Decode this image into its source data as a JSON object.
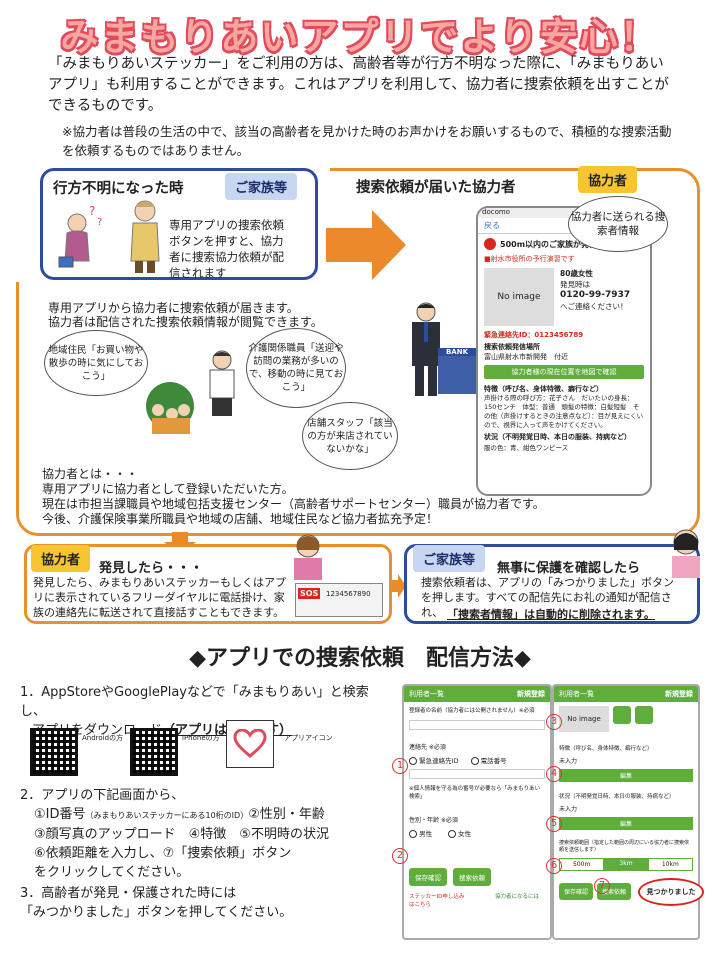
{
  "title": "みまもりあいアプリでより安心！",
  "intro": "「みまもりあいステッカー」をご利用の方は、高齢者等が行方不明なった際に、「みまもりあいアプリ」も利用することができます。これはアプリを利用して、協力者に捜索依頼を出すことができるものです。",
  "note": "※協力者は普段の生活の中で、該当の高齢者を見かけた時のお声かけをお願いするもので、積極的な捜索活動を依頼するものではありません。",
  "family_box": {
    "tag": "ご家族等",
    "heading": "行方不明になった時",
    "text": "専用アプリの捜索依頼ボタンを押すと、協力者に捜索協力依頼が配信されます"
  },
  "helper_box": {
    "tag": "協力者",
    "heading": "捜索依頼が届いた協力者",
    "text1": "専用アプリから協力者に捜索依頼が届きます。",
    "text2": "協力者は配信された捜索依頼情報が閲覧できます。",
    "callout": "協力者に送られる捜索者情報",
    "bubbles": [
      "地域住民「お買い物や散歩の時に気にしておこう」",
      "介護関係職員「送迎や訪問の業務が多いので、移動の時に見ておこう」",
      "店舗スタッフ「該当の方が来店されていないかな」"
    ],
    "bank_label": "BANK",
    "desc_title": "協力者とは・・・",
    "desc1": "専用アプリに協力者として登録いただいた方。",
    "desc2": "現在は市担当課職員や地域包括支援センター（高齢者サポートセンター）職員が協力者です。",
    "desc3": "今後、介護保険事業所職員や地域の店舗、地域住民など協力者拡充予定！"
  },
  "phone1": {
    "status": "docomo",
    "back": "戻る",
    "header_num": "80",
    "alert": "500m以内のご家族が発信されました",
    "place": "■射水市役所の予行演習です",
    "noimage": "No image",
    "age": "80歳女性",
    "contact_label": "発見時は",
    "phone": "0120-99-7937",
    "contact_note": "へご連絡ください！",
    "id_line": "緊急連絡先ID：0123456789",
    "loc_label": "捜索依頼発信場所",
    "loc": "富山県射水市新開発　付近",
    "btn": "協力者様の現在位置を地図で確認",
    "traits_title": "特徴（呼び名、身体特徴、癖行など）",
    "traits": "声掛ける際の呼び方：花子さん　だいたいの身長：150センチ　体型：普通　頭髪の特徴：白髪短髪　その他（声掛けするときの注意点など）：目が見えにくいので、視界に入って声をかけてください。",
    "status_title": "状況（不明発覚日時、本日の服装、持病など）",
    "status_text": "服の色：青、紺色ワンピース"
  },
  "found_box": {
    "tag": "協力者",
    "heading": "発見したら・・・",
    "text": "発見したら、みまもりあいステッカーもしくはアプリに表示されているフリーダイヤルに電話掛け、家族の連絡先に転送されて直接話すこともできます。",
    "sticker_sos": "SOS",
    "sticker_num": "1234567890"
  },
  "safe_box": {
    "tag": "ご家族等",
    "heading": "無事に保護を確認したら",
    "text": "捜索依頼者は、アプリの「みつかりました」ボタンを押します。すべての配信先にお礼の通知が配信され、",
    "emph": "「捜索者情報」は自動的に削除されます。"
  },
  "section_title": "◆アプリでの捜索依頼　配信方法◆",
  "steps": {
    "s1a": "1．AppStoreやGooglePlayなどで「みまもりあい」と検索し、",
    "s1b": "アプリをダウンロード",
    "s1c": "（アプリは無料です）",
    "qr_android": "Androidの方",
    "qr_iphone": "iPhoneの方",
    "app_icon": "アプリアイコン",
    "s2a": "2．アプリの下記画面から、",
    "s2b": "①ID番号",
    "s2b_small": "（みまもりあいステッカーにある10桁のID）",
    "s2c": "②性別・年齢",
    "s2d": "③顔写真のアップロード　④特徴　⑤不明時の状況",
    "s2e": "⑥依頼距離を入力し、⑦「捜索依頼」ボタン",
    "s2f": "をクリックしてください。",
    "s3a": "3．高齢者が発見・保護された時には",
    "s3b": "「みつかりました」ボタンを押してください。"
  },
  "screen1": {
    "hdr_left": "利用者一覧",
    "hdr_right": "新規登録",
    "line1": "登録者の名前（協力者には公開されません）※必須",
    "emergency": "連絡先 ※必須",
    "opt1": "緊急連絡先ID",
    "opt2": "電話番号",
    "line2": "※個人情報を守る為の番号が必要なら「みまもりあい検索」",
    "gender": "性別・年齢 ※必須",
    "male": "男性",
    "female": "女性",
    "btn_save": "保存確認",
    "btn_req": "捜索依頼",
    "sticker": "ステッカーID申し込みはこちら",
    "mid_label": "協力者になるには"
  },
  "screen2": {
    "hdr_left": "利用者一覧",
    "hdr_right": "新規登録",
    "noimage": "No image",
    "traits": "特徴（呼び名、身体特徴、癖行など）",
    "unknown": "未入力",
    "edit": "編集",
    "status": "状況（不明発覚日時、本日の服装、持病など）",
    "unknown2": "未入力",
    "edit2": "編集",
    "dist": "捜索依頼範囲（指定した範囲の周辺にいる協力者に捜索依頼を送信します）",
    "d1": "500m",
    "d2": "3km",
    "d3": "10km",
    "btn_save": "保存確認",
    "btn_req": "捜索依頼",
    "found_btn": "見つかりました"
  }
}
